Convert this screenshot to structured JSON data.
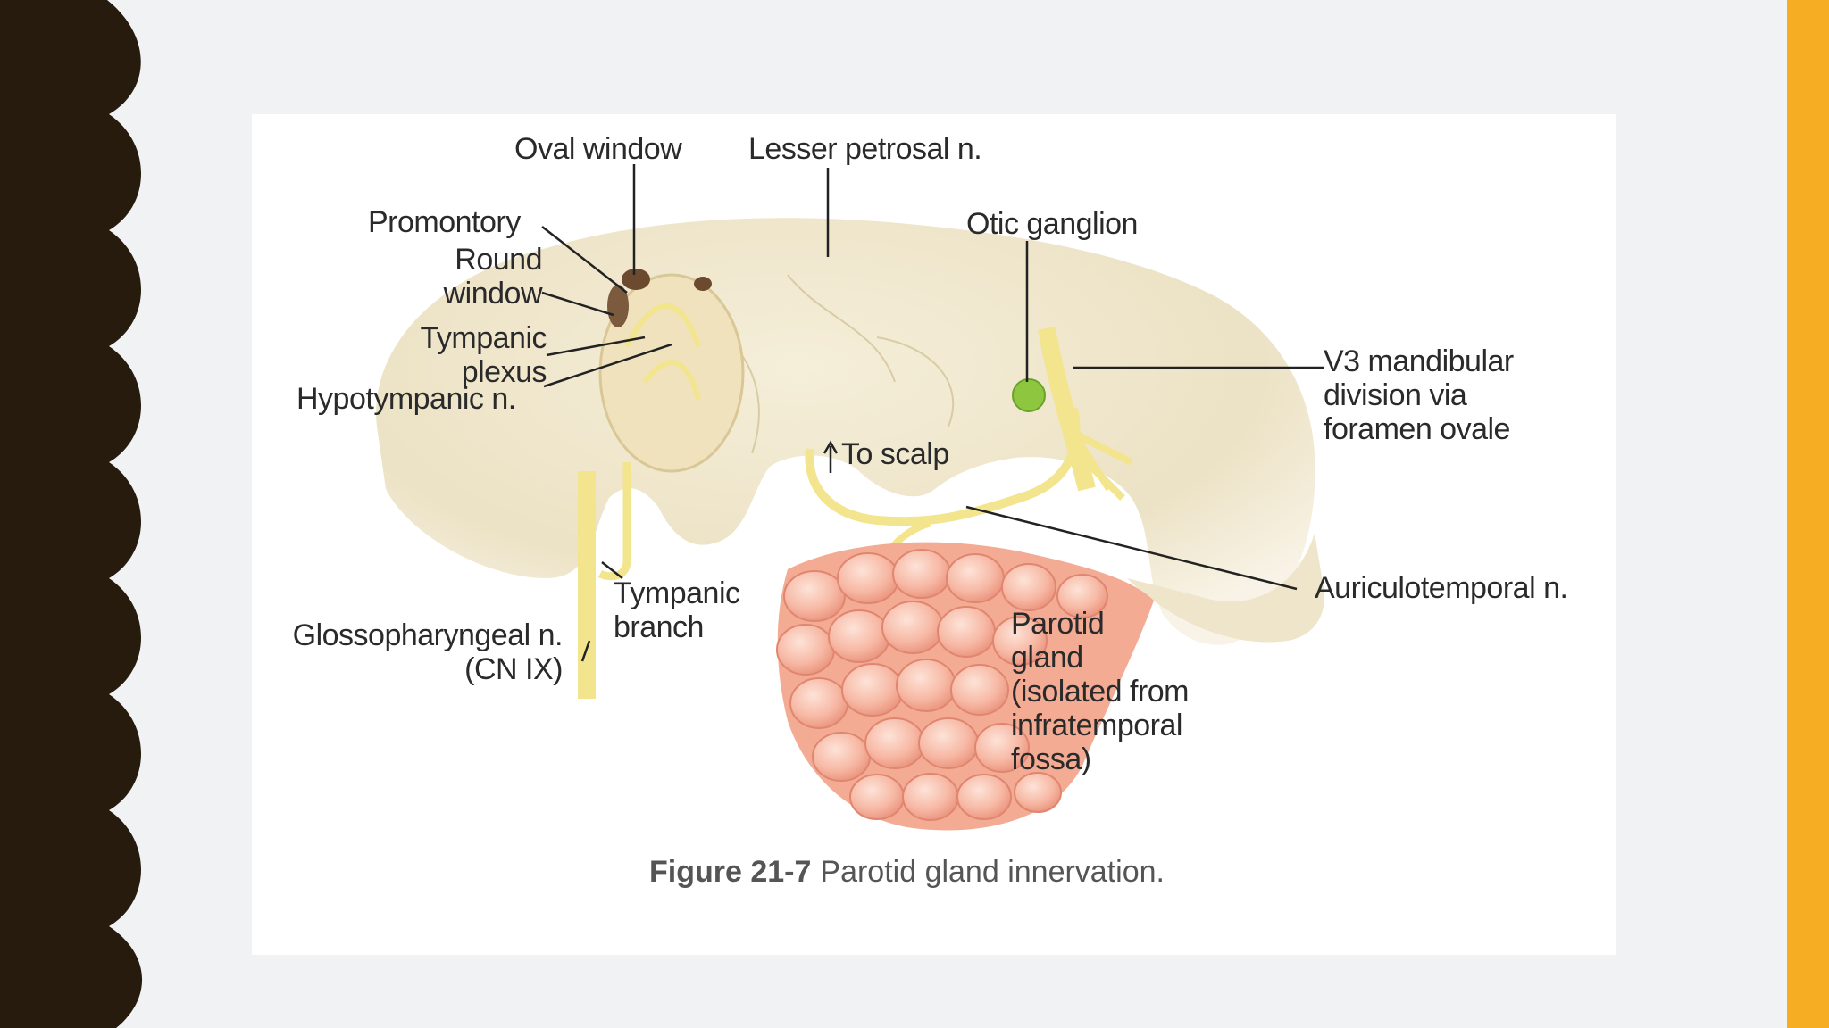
{
  "slide": {
    "colors": {
      "left_border": "#261b0d",
      "right_stripe": "#f6ad24",
      "background": "#f1f2f4"
    }
  },
  "figure": {
    "caption_number": "Figure 21-7",
    "caption_text": "Parotid gland innervation.",
    "labels": {
      "oval_window": "Oval window",
      "lesser_petrosal": "Lesser petrosal n.",
      "promontory": "Promontory",
      "round_window": "Round\nwindow",
      "tympanic_plexus": "Tympanic\nplexus",
      "hypotympanic": "Hypotympanic n.",
      "otic_ganglion": "Otic ganglion",
      "v3_mandibular": "V3 mandibular\ndivision via\nforamen ovale",
      "to_scalp": "To scalp",
      "auriculotemporal": "Auriculotemporal n.",
      "tympanic_branch": "Tympanic\nbranch",
      "glossopharyngeal": "Glossopharyngeal n.\n(CN IX)",
      "parotid_gland": "Parotid\ngland\n(isolated from\ninfratemporal\nfossa)"
    },
    "colors": {
      "bone": "#efe6cc",
      "nerve": "#f3e48e",
      "ganglion": "#8fc63f",
      "gland": "#f6b4a0"
    }
  }
}
